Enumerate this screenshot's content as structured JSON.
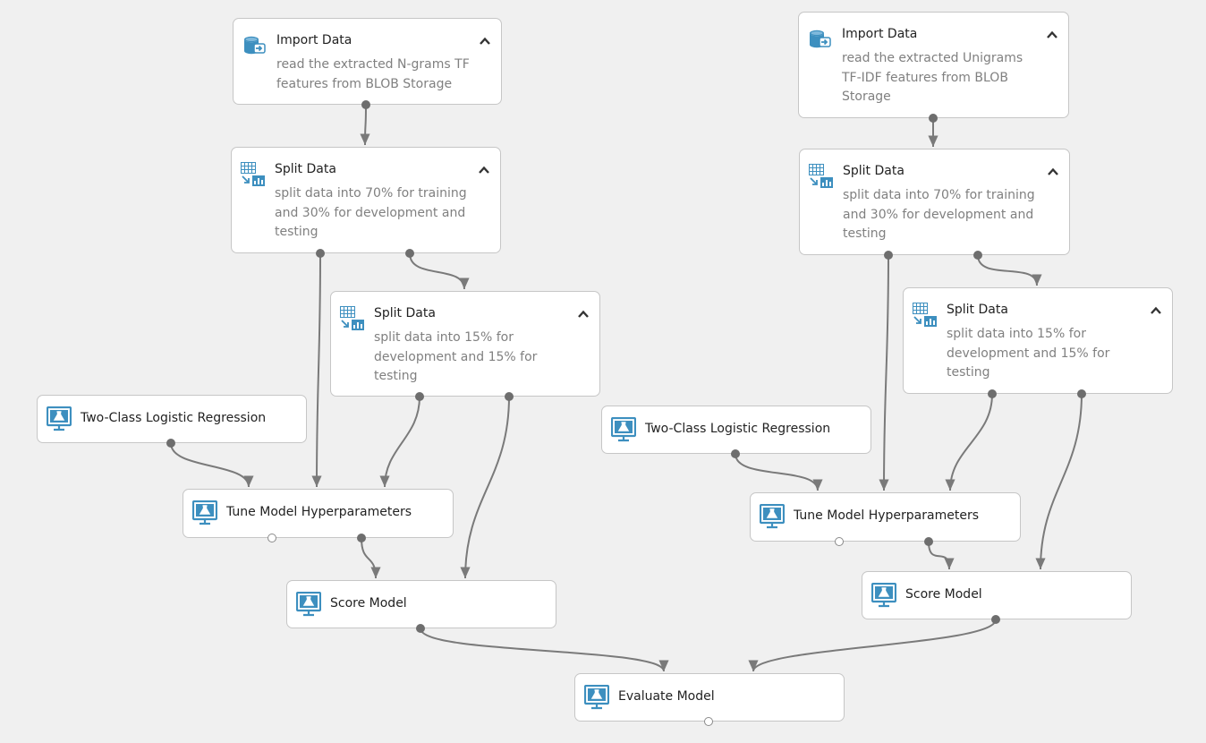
{
  "nodes": [
    {
      "id": "imp_l",
      "name": "import-data-node-left",
      "kind": "import",
      "title": "Import Data",
      "desc": [
        "read the extracted N-grams TF",
        "features from BLOB Storage"
      ]
    },
    {
      "id": "spl_l",
      "name": "split-data-node-left-1",
      "kind": "split",
      "title": "Split Data",
      "desc": [
        "split data into 70% for training",
        "and 30% for development and",
        "testing"
      ]
    },
    {
      "id": "spl_l2",
      "name": "split-data-node-left-2",
      "kind": "split",
      "title": "Split Data",
      "desc": [
        "split data into 15% for",
        "development and 15% for",
        "testing"
      ]
    },
    {
      "id": "lr_l",
      "name": "logistic-regression-node-left",
      "kind": "model",
      "title": "Two-Class Logistic Regression"
    },
    {
      "id": "tune_l",
      "name": "tune-model-node-left",
      "kind": "model",
      "title": "Tune Model Hyperparameters"
    },
    {
      "id": "score_l",
      "name": "score-model-node-left",
      "kind": "model",
      "title": "Score Model"
    },
    {
      "id": "eval",
      "name": "evaluate-model-node",
      "kind": "model",
      "title": "Evaluate Model"
    },
    {
      "id": "imp_r",
      "name": "import-data-node-right",
      "kind": "import",
      "title": "Import Data",
      "desc": [
        "read the extracted Unigrams",
        "TF-IDF features from BLOB",
        "Storage"
      ]
    },
    {
      "id": "spl_r",
      "name": "split-data-node-right-1",
      "kind": "split",
      "title": "Split Data",
      "desc": [
        "split data into 70% for training",
        "and 30% for development and",
        "testing"
      ]
    },
    {
      "id": "spl_r2",
      "name": "split-data-node-right-2",
      "kind": "split",
      "title": "Split Data",
      "desc": [
        "split data into 15% for",
        "development and 15% for",
        "testing"
      ]
    },
    {
      "id": "lr_r",
      "name": "logistic-regression-node-right",
      "kind": "model",
      "title": "Two-Class Logistic Regression"
    },
    {
      "id": "tune_r",
      "name": "tune-model-node-right",
      "kind": "model",
      "title": "Tune Model Hyperparameters"
    },
    {
      "id": "score_r",
      "name": "score-model-node-right",
      "kind": "model",
      "title": "Score Model"
    }
  ],
  "edges": [
    [
      "imp_l",
      "spl_l"
    ],
    [
      "spl_l",
      "tune_l"
    ],
    [
      "spl_l",
      "spl_l2"
    ],
    [
      "spl_l2",
      "tune_l"
    ],
    [
      "spl_l2",
      "score_l"
    ],
    [
      "lr_l",
      "tune_l"
    ],
    [
      "tune_l",
      "score_l"
    ],
    [
      "score_l",
      "eval"
    ],
    [
      "imp_r",
      "spl_r"
    ],
    [
      "spl_r",
      "tune_r"
    ],
    [
      "spl_r",
      "spl_r2"
    ],
    [
      "spl_r2",
      "tune_r"
    ],
    [
      "spl_r2",
      "score_r"
    ],
    [
      "lr_r",
      "tune_r"
    ],
    [
      "tune_r",
      "score_r"
    ],
    [
      "score_r",
      "eval"
    ]
  ],
  "colors": {
    "icon": "#3d8fbf",
    "wire": "#7a7a7a",
    "port": "#6e6e6e",
    "canvas": "#f0f0f0"
  },
  "icons": {
    "import": "database-import-icon",
    "split": "split-data-icon",
    "model": "model-monitor-icon",
    "collapse": "chevron-up-icon"
  }
}
